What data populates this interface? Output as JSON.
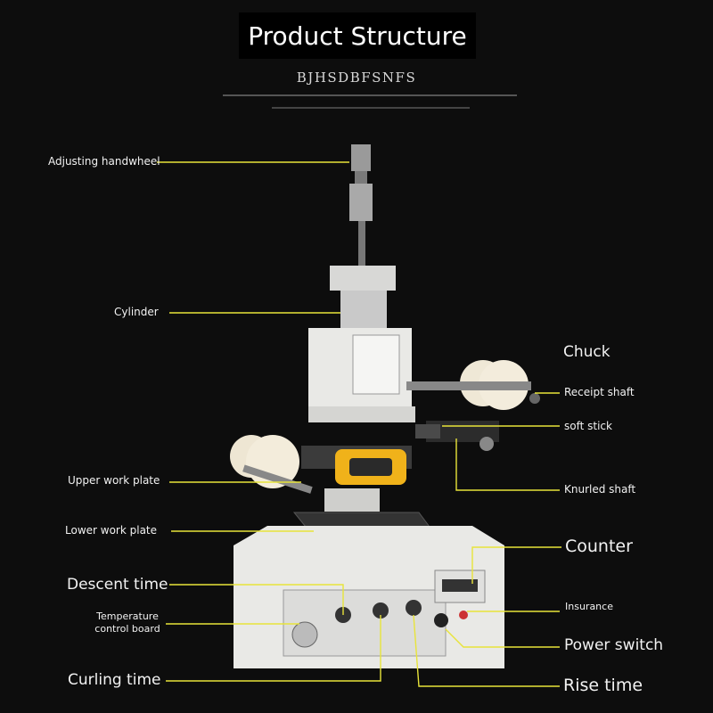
{
  "title": "Product Structure",
  "subtitle": "BJHSDBFSNFS",
  "labels": {
    "adjusting_handwheel": "Adjusting handwheel",
    "cylinder": "Cylinder",
    "upper_work_plate": "Upper work plate",
    "lower_work_plate": "Lower work plate",
    "descent_time": "Descent time",
    "temperature_control_board": "Temperature control board",
    "curling_time": "Curling time",
    "chuck": "Chuck",
    "receipt_shaft": "Receipt shaft",
    "soft_stick": "soft stick",
    "knurled_shaft": "Knurled shaft",
    "counter": "Counter",
    "insurance": "Insurance",
    "power_switch": "Power switch",
    "rise_time": "Rise time"
  },
  "colors": {
    "background": "#0d0d0d",
    "leader_line": "#e8e43a",
    "text": "#f2f2f2",
    "machine_white": "#e9e9e6",
    "plate_dark": "#3b3b3b",
    "handle_yellow": "#f0b21a"
  }
}
